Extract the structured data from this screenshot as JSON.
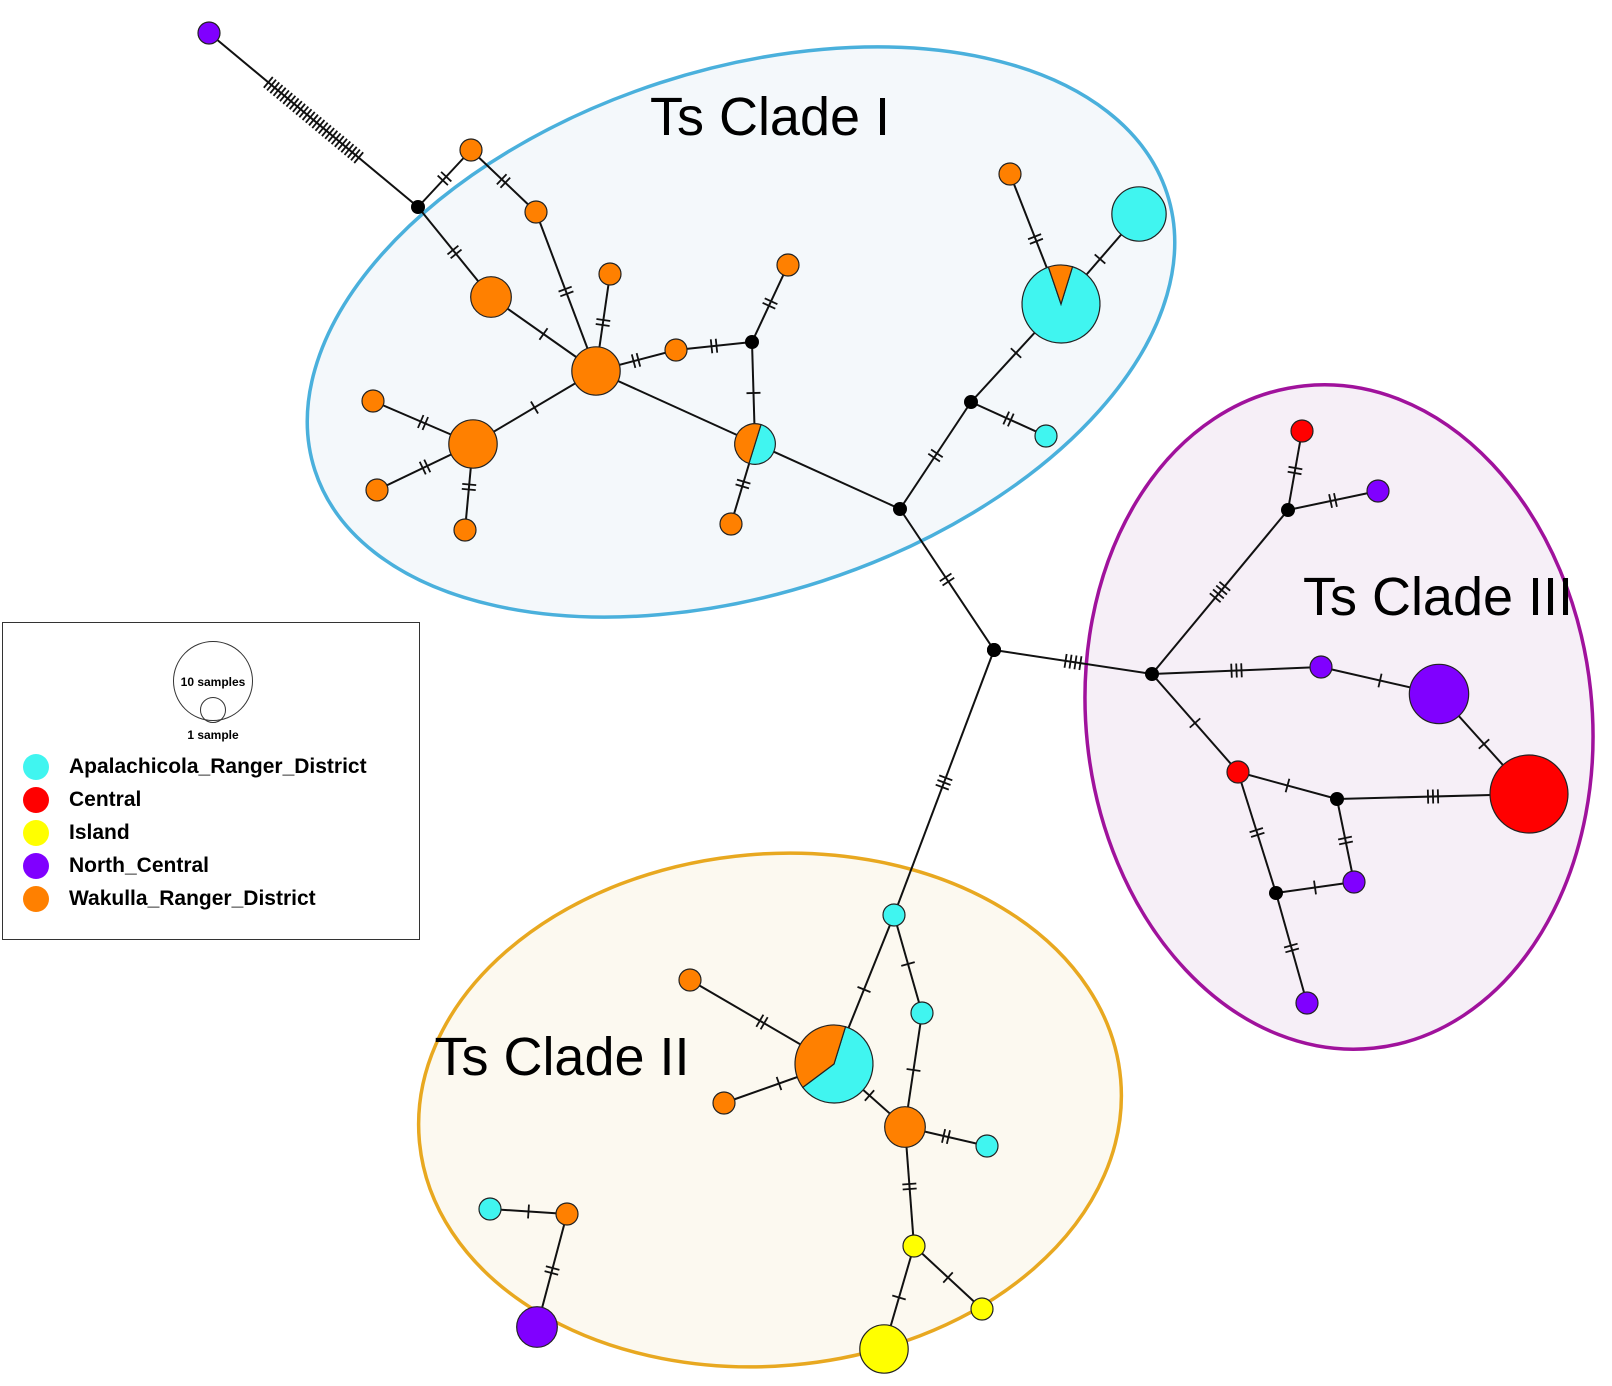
{
  "clades": [
    {
      "label": "Ts Clade I",
      "fill": "#f4f8fb",
      "stroke": "#4ab0dc"
    },
    {
      "label": "Ts Clade II",
      "fill": "#fcf9f0",
      "stroke": "#e8a820"
    },
    {
      "label": "Ts Clade III",
      "fill": "#f6eff7",
      "stroke": "#a0129c"
    }
  ],
  "legend": {
    "scale_large": "10 samples",
    "scale_small": "1 sample",
    "items": [
      {
        "label": "Apalachicola_Ranger_District",
        "color": "#40f5f0"
      },
      {
        "label": "Central",
        "color": "#ff0000"
      },
      {
        "label": "Island",
        "color": "#ffff00"
      },
      {
        "label": "North_Central",
        "color": "#8000ff"
      },
      {
        "label": "Wakulla_Ranger_District",
        "color": "#ff8000"
      }
    ]
  },
  "network": {
    "nodes": [
      {
        "id": "m1",
        "median": true
      },
      {
        "id": "m2",
        "median": true
      },
      {
        "id": "m3",
        "median": true
      },
      {
        "id": "m4",
        "median": true
      },
      {
        "id": "m5",
        "median": true
      },
      {
        "id": "m6",
        "median": true
      },
      {
        "id": "m7",
        "median": true
      },
      {
        "id": "m8",
        "median": true
      },
      {
        "id": "m9",
        "median": true
      },
      {
        "id": "m10",
        "median": true
      },
      {
        "id": "h_np",
        "composition": {
          "North_Central": 1
        }
      },
      {
        "id": "w1",
        "composition": {
          "Wakulla_Ranger_District": 1
        }
      },
      {
        "id": "w2",
        "composition": {
          "Wakulla_Ranger_District": 1
        }
      },
      {
        "id": "w3",
        "composition": {
          "Wakulla_Ranger_District": 2
        }
      },
      {
        "id": "w4",
        "composition": {
          "Wakulla_Ranger_District": 1
        }
      },
      {
        "id": "w5",
        "composition": {
          "Wakulla_Ranger_District": 3
        }
      },
      {
        "id": "w6",
        "composition": {
          "Wakulla_Ranger_District": 1
        }
      },
      {
        "id": "w7",
        "composition": {
          "Wakulla_Ranger_District": 1
        }
      },
      {
        "id": "w8",
        "composition": {
          "Wakulla_Ranger_District": 3
        }
      },
      {
        "id": "w9",
        "composition": {
          "Wakulla_Ranger_District": 1
        }
      },
      {
        "id": "w10",
        "composition": {
          "Wakulla_Ranger_District": 1
        }
      },
      {
        "id": "w11",
        "composition": {
          "Wakulla_Ranger_District": 1
        }
      },
      {
        "id": "mix1",
        "composition": {
          "Apalachicola_Ranger_District": 1,
          "Wakulla_Ranger_District": 1
        }
      },
      {
        "id": "w12",
        "composition": {
          "Wakulla_Ranger_District": 1
        }
      },
      {
        "id": "w13",
        "composition": {
          "Wakulla_Ranger_District": 1
        }
      },
      {
        "id": "w14",
        "composition": {
          "Wakulla_Ranger_District": 1
        }
      },
      {
        "id": "big_cy",
        "composition": {
          "Apalachicola_Ranger_District": 9,
          "Wakulla_Ranger_District": 1
        }
      },
      {
        "id": "cy1",
        "composition": {
          "Apalachicola_Ranger_District": 4
        }
      },
      {
        "id": "cy2",
        "composition": {
          "Apalachicola_Ranger_District": 1
        }
      },
      {
        "id": "r1",
        "composition": {
          "Central": 1
        }
      },
      {
        "id": "p1",
        "composition": {
          "North_Central": 1
        }
      },
      {
        "id": "p2",
        "composition": {
          "North_Central": 1
        }
      },
      {
        "id": "p3",
        "composition": {
          "North_Central": 5
        }
      },
      {
        "id": "r_big",
        "composition": {
          "Central": 10
        }
      },
      {
        "id": "r2",
        "composition": {
          "Central": 1
        }
      },
      {
        "id": "p4",
        "composition": {
          "North_Central": 1
        }
      },
      {
        "id": "p5",
        "composition": {
          "North_Central": 1
        }
      },
      {
        "id": "cy3",
        "composition": {
          "Apalachicola_Ranger_District": 1
        }
      },
      {
        "id": "cy4",
        "composition": {
          "Apalachicola_Ranger_District": 1
        }
      },
      {
        "id": "w15",
        "composition": {
          "Wakulla_Ranger_District": 1
        }
      },
      {
        "id": "big_mix",
        "composition": {
          "Apalachicola_Ranger_District": 6,
          "Wakulla_Ranger_District": 4
        }
      },
      {
        "id": "w16",
        "composition": {
          "Wakulla_Ranger_District": 1
        }
      },
      {
        "id": "w17",
        "composition": {
          "Wakulla_Ranger_District": 2
        }
      },
      {
        "id": "cy5",
        "composition": {
          "Apalachicola_Ranger_District": 1
        }
      },
      {
        "id": "cy6",
        "composition": {
          "Apalachicola_Ranger_District": 1
        }
      },
      {
        "id": "p6",
        "composition": {
          "North_Central": 2
        }
      },
      {
        "id": "y1",
        "composition": {
          "Island": 1
        }
      },
      {
        "id": "y2",
        "composition": {
          "Island": 1
        }
      },
      {
        "id": "y3",
        "composition": {
          "Island": 3
        }
      }
    ],
    "edges": [
      {
        "from": "h_np",
        "to": "m1",
        "mutations": 29
      },
      {
        "from": "m1",
        "to": "w1",
        "mutations": 2
      },
      {
        "from": "w1",
        "to": "w2",
        "mutations": 2
      },
      {
        "from": "m1",
        "to": "w3",
        "mutations": 2
      },
      {
        "from": "w3",
        "to": "w5",
        "mutations": 1
      },
      {
        "from": "w2",
        "to": "w5",
        "mutations": 2
      },
      {
        "from": "w4",
        "to": "w5",
        "mutations": 2
      },
      {
        "from": "w5",
        "to": "w8",
        "mutations": 1
      },
      {
        "from": "w8",
        "to": "w9",
        "mutations": 2
      },
      {
        "from": "w8",
        "to": "w10",
        "mutations": 2
      },
      {
        "from": "w8",
        "to": "w11",
        "mutations": 2
      },
      {
        "from": "w5",
        "to": "w7",
        "mutations": 2
      },
      {
        "from": "w7",
        "to": "m2",
        "mutations": 2
      },
      {
        "from": "w6",
        "to": "m2",
        "mutations": 2
      },
      {
        "from": "m2",
        "to": "mix1",
        "mutations": 1
      },
      {
        "from": "w5",
        "to": "m3",
        "mutations": 2
      },
      {
        "from": "mix1",
        "to": "w12",
        "mutations": 2
      },
      {
        "from": "m3",
        "to": "m4",
        "mutations": 2
      },
      {
        "from": "m3",
        "to": "m5",
        "mutations": 2
      },
      {
        "from": "m4",
        "to": "big_cy",
        "mutations": 1
      },
      {
        "from": "m4",
        "to": "cy2",
        "mutations": 2
      },
      {
        "from": "big_cy",
        "to": "w13",
        "mutations": 2
      },
      {
        "from": "big_cy",
        "to": "cy1",
        "mutations": 1
      },
      {
        "from": "m5",
        "to": "m6",
        "mutations": 1
      },
      {
        "from": "m5",
        "to": "cy3",
        "mutations": 3
      },
      {
        "from": "m6",
        "to": "m7",
        "mutations": 4
      },
      {
        "from": "m7",
        "to": "m8",
        "mutations": 4
      },
      {
        "from": "m8",
        "to": "r1",
        "mutations": 2
      },
      {
        "from": "m8",
        "to": "p1",
        "mutations": 2
      },
      {
        "from": "m7",
        "to": "p2",
        "mutations": 3
      },
      {
        "from": "p2",
        "to": "p3",
        "mutations": 1
      },
      {
        "from": "p3",
        "to": "r_big",
        "mutations": 1
      },
      {
        "from": "m7",
        "to": "r2",
        "mutations": 1
      },
      {
        "from": "r2",
        "to": "m9",
        "mutations": 1
      },
      {
        "from": "m9",
        "to": "r_big",
        "mutations": 3
      },
      {
        "from": "m9",
        "to": "p4",
        "mutations": 2
      },
      {
        "from": "r2",
        "to": "m10",
        "mutations": 2
      },
      {
        "from": "m10",
        "to": "p4",
        "mutations": 1
      },
      {
        "from": "m10",
        "to": "p5",
        "mutations": 2
      },
      {
        "from": "cy3",
        "to": "big_mix",
        "mutations": 1
      },
      {
        "from": "cy3",
        "to": "cy4",
        "mutations": 1
      },
      {
        "from": "cy4",
        "to": "w17",
        "mutations": 1
      },
      {
        "from": "w14",
        "to": "big_mix",
        "mutations": 2
      },
      {
        "from": "big_mix",
        "to": "w15",
        "mutations": 1
      },
      {
        "from": "big_mix",
        "to": "w17",
        "mutations": 1
      },
      {
        "from": "w16",
        "to": "m11",
        "mutations": 10
      },
      {
        "from": "w17",
        "to": "cy5",
        "mutations": 2
      },
      {
        "from": "w17",
        "to": "y1",
        "mutations": 2
      },
      {
        "from": "y1",
        "to": "y2",
        "mutations": 1
      },
      {
        "from": "y1",
        "to": "y3",
        "mutations": 1
      },
      {
        "from": "m11",
        "to": "cy6",
        "mutations": 1
      },
      {
        "from": "m11",
        "to": "p6",
        "mutations": 2
      }
    ]
  }
}
